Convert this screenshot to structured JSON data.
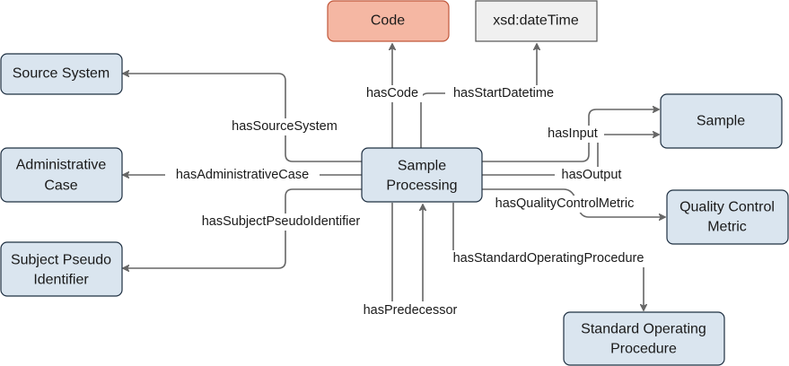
{
  "nodes": {
    "code": "Code",
    "xsd_datetime": "xsd:dateTime",
    "source_system": "Source System",
    "sample": "Sample",
    "administrative_case_l1": "Administrative",
    "administrative_case_l2": "Case",
    "sample_processing_l1": "Sample",
    "sample_processing_l2": "Processing",
    "quality_control_metric_l1": "Quality Control",
    "quality_control_metric_l2": "Metric",
    "subject_pseudo_identifier_l1": "Subject Pseudo",
    "subject_pseudo_identifier_l2": "Identifier",
    "sop_l1": "Standard Operating",
    "sop_l2": "Procedure"
  },
  "edges": {
    "has_code": "hasCode",
    "has_start_datetime": "hasStartDatetime",
    "has_source_system": "hasSourceSystem",
    "has_input": "hasInput",
    "has_administrative_case": "hasAdministrativeCase",
    "has_output": "hasOutput",
    "has_quality_control_metric": "hasQualityControlMetric",
    "has_subject_pseudo_identifier": "hasSubjectPseudoIdentifier",
    "has_standard_operating_procedure": "hasStandardOperatingProcedure",
    "has_predecessor": "hasPredecessor"
  },
  "colors": {
    "entity_fill": "#dae5ef",
    "entity_stroke": "#1f3042",
    "code_fill": "#f5b7a3",
    "code_stroke": "#c0573b",
    "literal_fill": "#f0f0f0",
    "edge": "#666666"
  }
}
